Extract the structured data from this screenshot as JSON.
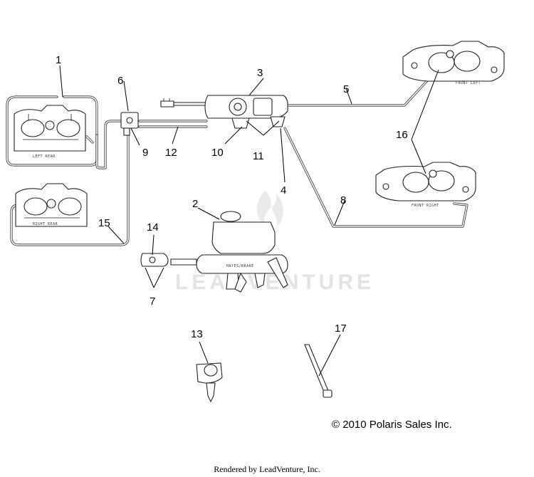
{
  "watermark": "LEADVENTURE",
  "copyright": "© 2010 Polaris Sales Inc.",
  "footer": "Rendered by LeadVenture, Inc.",
  "caliper_labels": {
    "left_rear": "LEFT REAR",
    "right_rear": "RIGHT REAR",
    "front_left": "FRONT LEFT",
    "front_right": "FRONT RIGHT"
  },
  "master_cylinder_label": "HAYES/BRAKE",
  "callouts": {
    "c1": "1",
    "c2": "2",
    "c3": "3",
    "c4": "4",
    "c5": "5",
    "c6": "6",
    "c7": "7",
    "c8": "8",
    "c9": "9",
    "c10": "10",
    "c11": "11",
    "c12": "12",
    "c13": "13",
    "c14": "14",
    "c15": "15",
    "c16": "16",
    "c17": "17"
  }
}
